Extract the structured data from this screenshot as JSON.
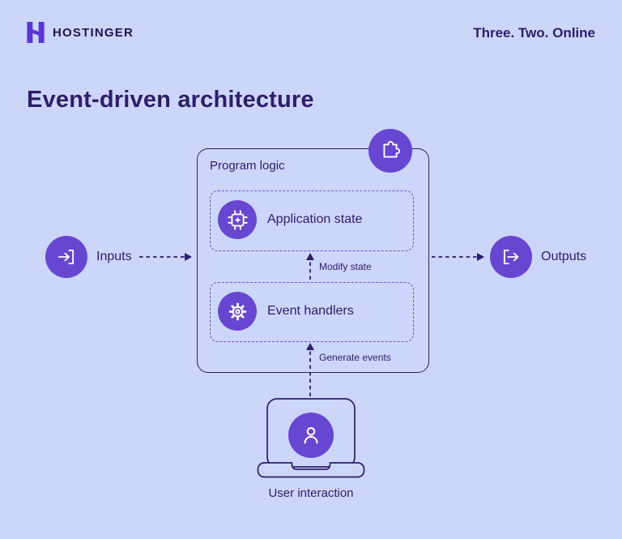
{
  "header": {
    "brand": "HOSTINGER",
    "tagline": "Three. Two. Online"
  },
  "title": "Event-driven architecture",
  "diagram": {
    "program_logic": "Program logic",
    "application_state": "Application state",
    "event_handlers": "Event handlers",
    "modify_state": "Modify state",
    "generate_events": "Generate events",
    "inputs": "Inputs",
    "outputs": "Outputs",
    "user_interaction": "User interaction"
  },
  "icons": {
    "logo": "hostinger-h-logo",
    "program_logic_badge": "puzzle-icon",
    "application_state": "chip-icon",
    "event_handlers": "gear-icon",
    "inputs": "arrow-into-bracket-icon",
    "outputs": "arrow-out-of-bracket-icon",
    "user_interaction": "person-icon"
  },
  "colors": {
    "background": "#ccd6fa",
    "accent_purple": "#6747d1",
    "navy": "#2f1c6a"
  }
}
